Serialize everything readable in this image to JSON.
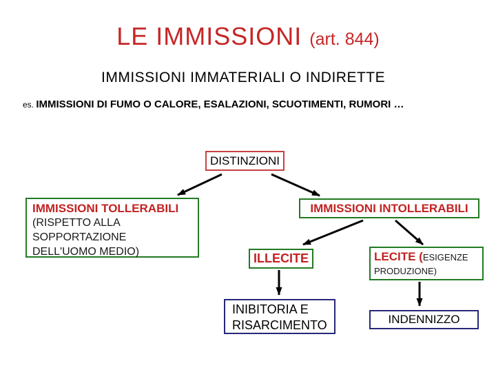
{
  "slide": {
    "title_main": "LE IMMISSIONI ",
    "title_sub": "(art. 844)",
    "subtitle": "IMMISSIONI IMMATERIALI O INDIRETTE",
    "example_prefix": "es. ",
    "example_text": "IMMISSIONI DI FUMO O CALORE, ESALAZIONI, SCUOTIMENTI, RUMORI …"
  },
  "flowchart": {
    "distinzioni": "DISTINZIONI",
    "tollerabili_title": "IMMISSIONI TOLLERABILI",
    "tollerabili_note": "(RISPETTO ALLA SOPPORTAZIONE DELL'UOMO MEDIO)",
    "intollerabili_title": "IMMISSIONI INTOLLERABILI",
    "illecite_title": "ILLECITE",
    "lecite_title": "LECITE (",
    "lecite_note": "ESIGENZE PRODUZIONE)",
    "inibitoria_line1": "INIBITORIA E",
    "inibitoria_line2": "RISARCIMENTO",
    "indennizzo": "INDENNIZZO",
    "edges": [
      {
        "from": "distinzioni",
        "to": "immissioni-tollerabili"
      },
      {
        "from": "distinzioni",
        "to": "immissioni-intollerabili"
      },
      {
        "from": "immissioni-intollerabili",
        "to": "illecite"
      },
      {
        "from": "immissioni-intollerabili",
        "to": "lecite"
      },
      {
        "from": "illecite",
        "to": "inibitoria-e-risarcimento"
      },
      {
        "from": "lecite",
        "to": "indennizzo"
      }
    ]
  },
  "colors": {
    "background": "#ffffff",
    "title_red": "#c52626",
    "box_text_red": "#c32222",
    "border_green": "#217a21",
    "border_red": "#c84040",
    "border_navy": "#262678",
    "text_black": "#000000",
    "arrow_black": "#000000"
  }
}
